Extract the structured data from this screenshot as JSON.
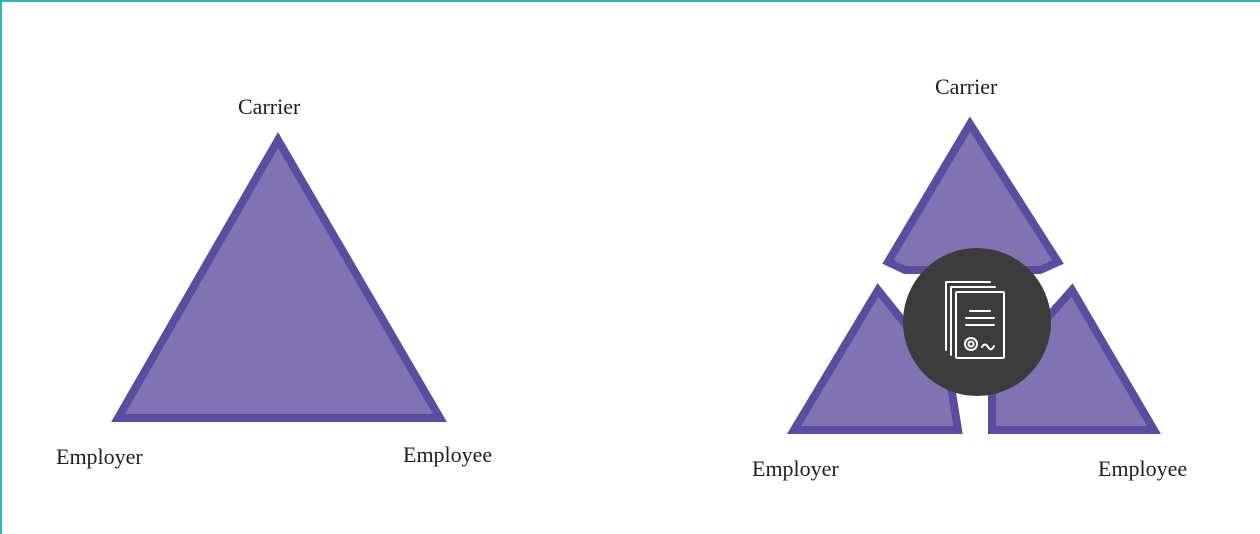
{
  "colors": {
    "frame": "#33b5b7",
    "triangle_fill": "#7f74b1",
    "triangle_stroke": "#5b4c9f",
    "circle_fill": "#3c3c3c",
    "icon_stroke": "#ffffff"
  },
  "left_diagram": {
    "top_label": "Carrier",
    "left_label": "Employer",
    "right_label": "Employee"
  },
  "right_diagram": {
    "top_label": "Carrier",
    "left_label": "Employer",
    "right_label": "Employee",
    "center_icon": "contract-document-icon"
  }
}
